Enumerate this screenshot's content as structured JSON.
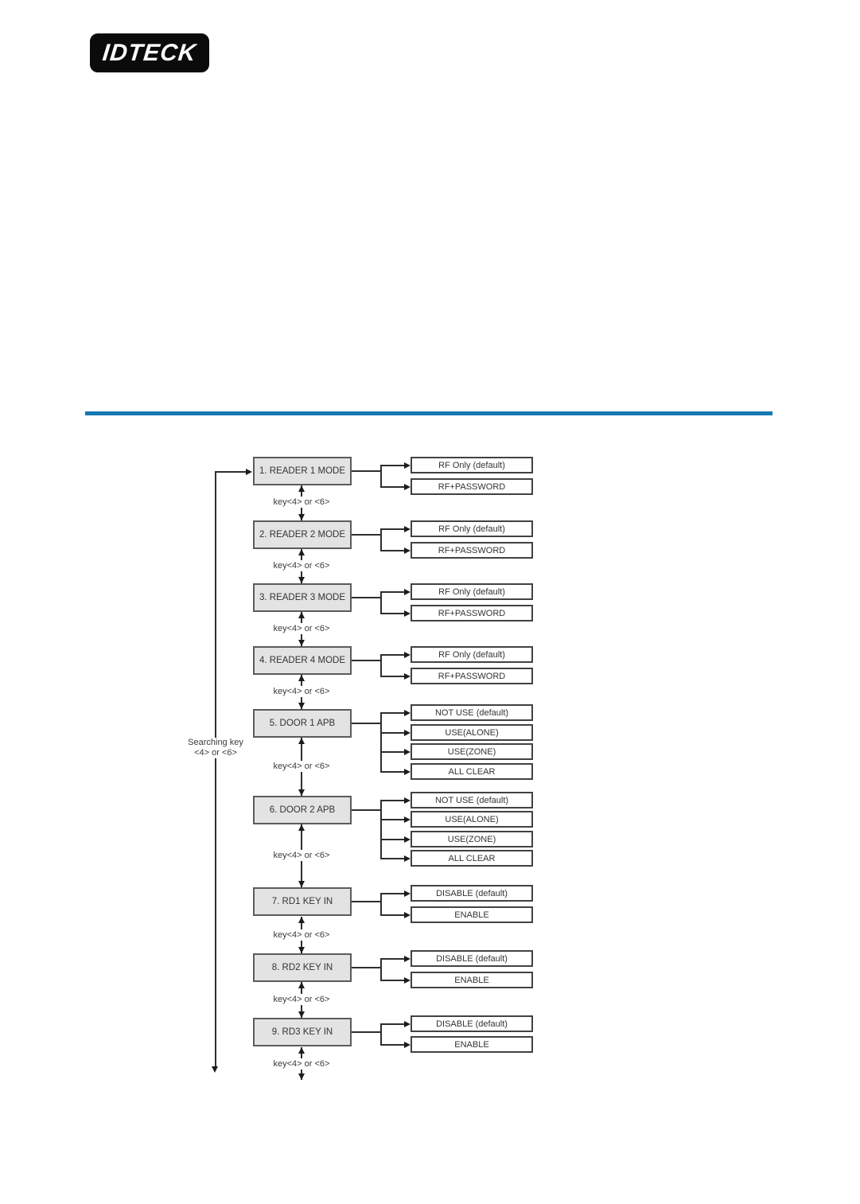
{
  "logo": {
    "text": "IDTECK"
  },
  "divider": {
    "color": "#1578b2"
  },
  "flowchart": {
    "searching_key": {
      "line1": "Searching key",
      "line2": "<4> or <6>"
    },
    "step_key_label": "key<4> or <6>",
    "groups": [
      {
        "menu_label": "1. READER 1 MODE",
        "options": [
          "RF Only (default)",
          "RF+PASSWORD"
        ]
      },
      {
        "menu_label": "2. READER 2 MODE",
        "options": [
          "RF Only (default)",
          "RF+PASSWORD"
        ]
      },
      {
        "menu_label": "3. READER 3 MODE",
        "options": [
          "RF Only (default)",
          "RF+PASSWORD"
        ]
      },
      {
        "menu_label": "4. READER 4 MODE",
        "options": [
          "RF Only (default)",
          "RF+PASSWORD"
        ]
      },
      {
        "menu_label": "5. DOOR 1 APB",
        "options": [
          "NOT USE (default)",
          "USE(ALONE)",
          "USE(ZONE)",
          "ALL CLEAR"
        ]
      },
      {
        "menu_label": "6. DOOR 2 APB",
        "options": [
          "NOT USE (default)",
          "USE(ALONE)",
          "USE(ZONE)",
          "ALL CLEAR"
        ]
      },
      {
        "menu_label": "7. RD1 KEY IN",
        "options": [
          "DISABLE (default)",
          "ENABLE"
        ]
      },
      {
        "menu_label": "8. RD2 KEY IN",
        "options": [
          "DISABLE (default)",
          "ENABLE"
        ]
      },
      {
        "menu_label": "9. RD3 KEY IN",
        "options": [
          "DISABLE (default)",
          "ENABLE"
        ]
      }
    ]
  }
}
